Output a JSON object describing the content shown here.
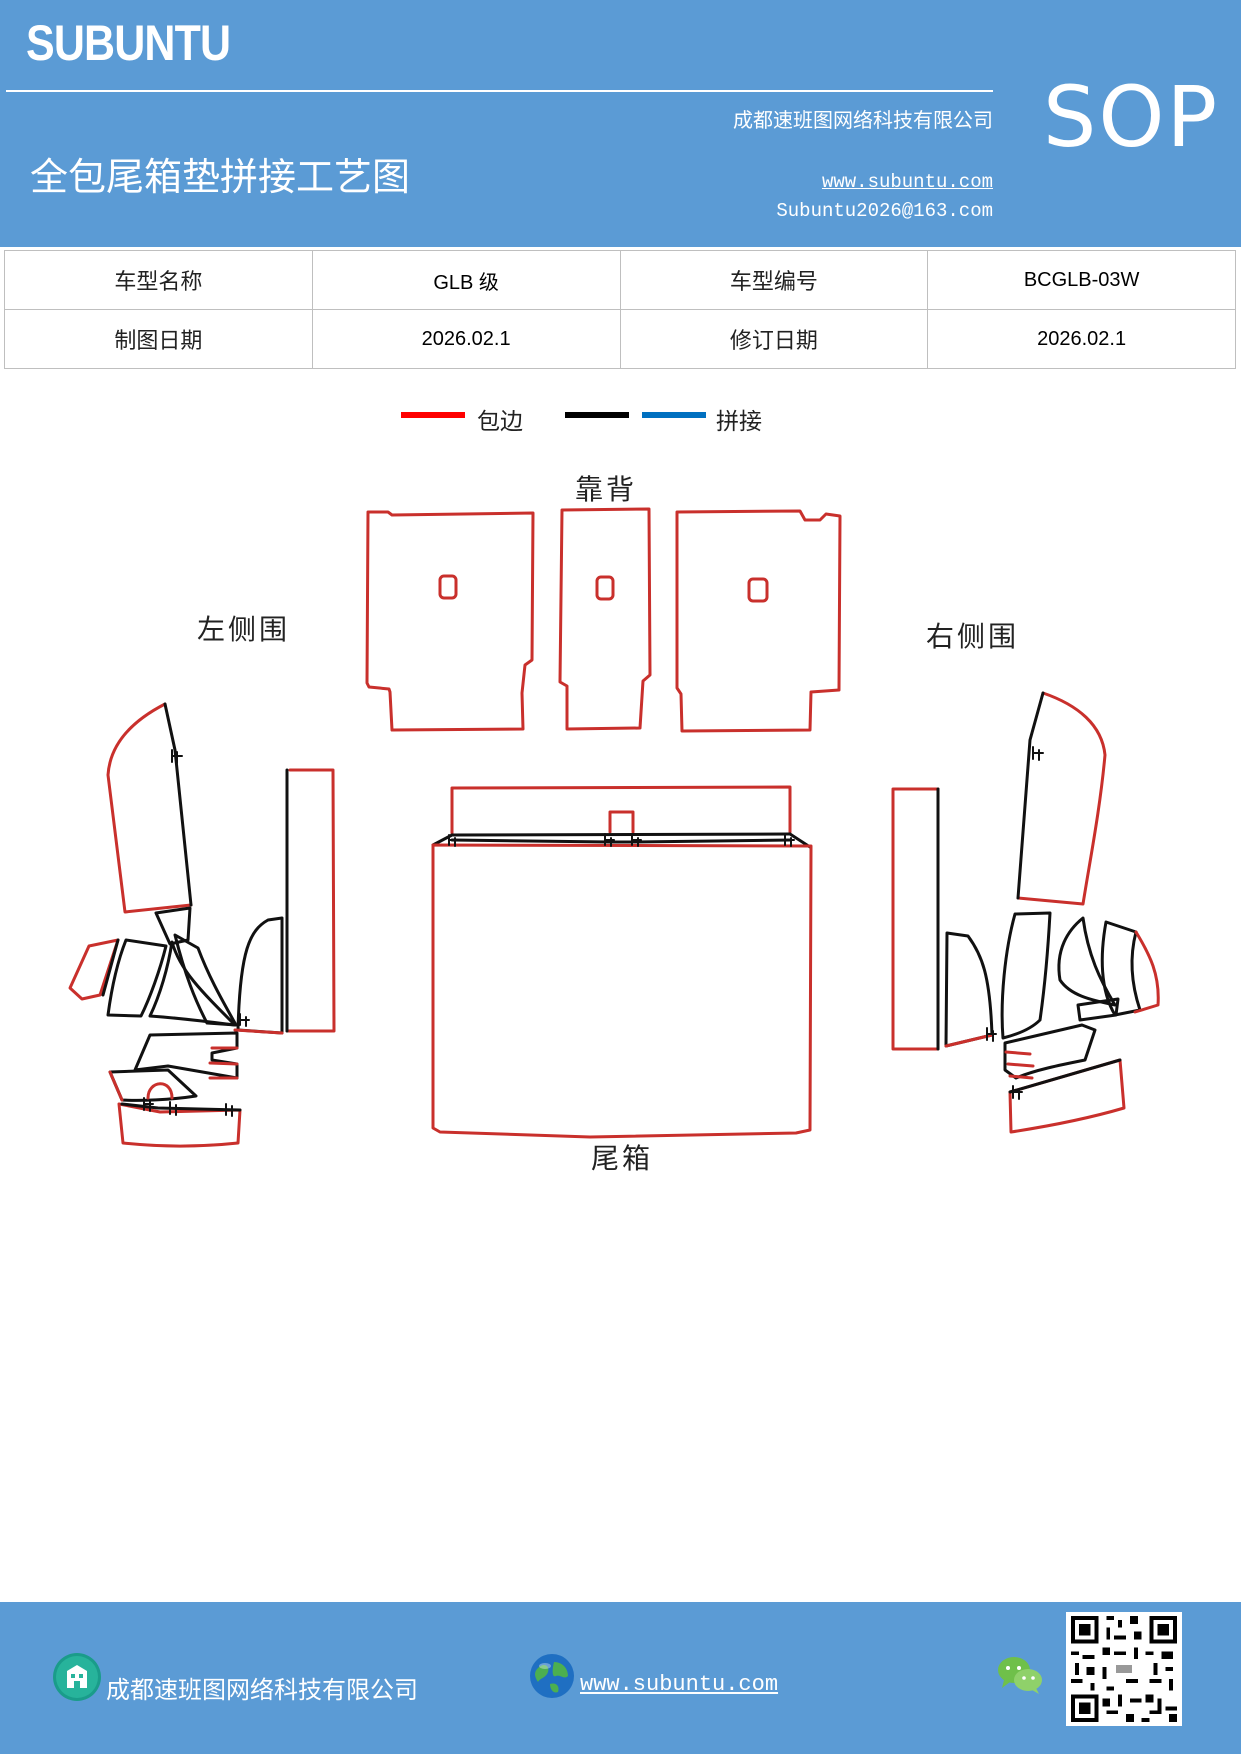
{
  "header": {
    "brand": "SUBUNTU",
    "company": "成都速班图网络科技有限公司",
    "title": "全包尾箱垫拼接工艺图",
    "website": "www.subuntu.com",
    "email": "Subuntu2026@163.com",
    "badge": "SOP"
  },
  "info_table": {
    "rows": [
      [
        "车型名称",
        "GLB 级",
        "车型编号",
        "BCGLB-03W"
      ],
      [
        "制图日期",
        "2026.02.1",
        "修订日期",
        "2026.02.1"
      ]
    ]
  },
  "legend": {
    "items": [
      {
        "label": "包边",
        "color": "#ff0000"
      },
      {
        "label": "拼接",
        "colors": [
          "#000000",
          "#0070c0"
        ]
      }
    ]
  },
  "diagram": {
    "labels": {
      "backrest": "靠背",
      "left_side": "左侧围",
      "right_side": "右侧围",
      "trunk": "尾箱"
    },
    "colors": {
      "edge": "#c9302c",
      "seam": "#111111"
    }
  },
  "footer": {
    "company": "成都速班图网络科技有限公司",
    "website": "www.subuntu.com",
    "icons": [
      "building-icon",
      "globe-icon",
      "wechat-icon",
      "qr-code"
    ]
  }
}
